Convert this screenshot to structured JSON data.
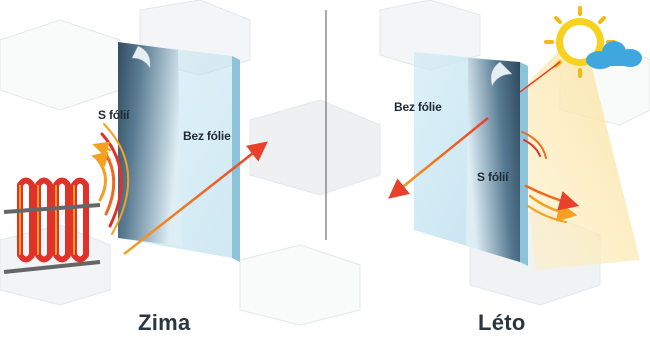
{
  "winter": {
    "title": "Zima",
    "with_film_label": "S fólií",
    "without_film_label": "Bez fólie"
  },
  "summer": {
    "title": "Léto",
    "with_film_label": "S fólií",
    "without_film_label": "Bez fólie"
  },
  "icons": [
    "radiator-icon",
    "sun-icon",
    "cloud-icon"
  ],
  "colors": {
    "heat_red": "#e0312a",
    "heat_orange": "#f5a020",
    "glass": "#bfe3f0",
    "film": "#27435a",
    "sun": "#f7d21c",
    "cloud": "#3fa7dd",
    "divider": "#555555"
  }
}
